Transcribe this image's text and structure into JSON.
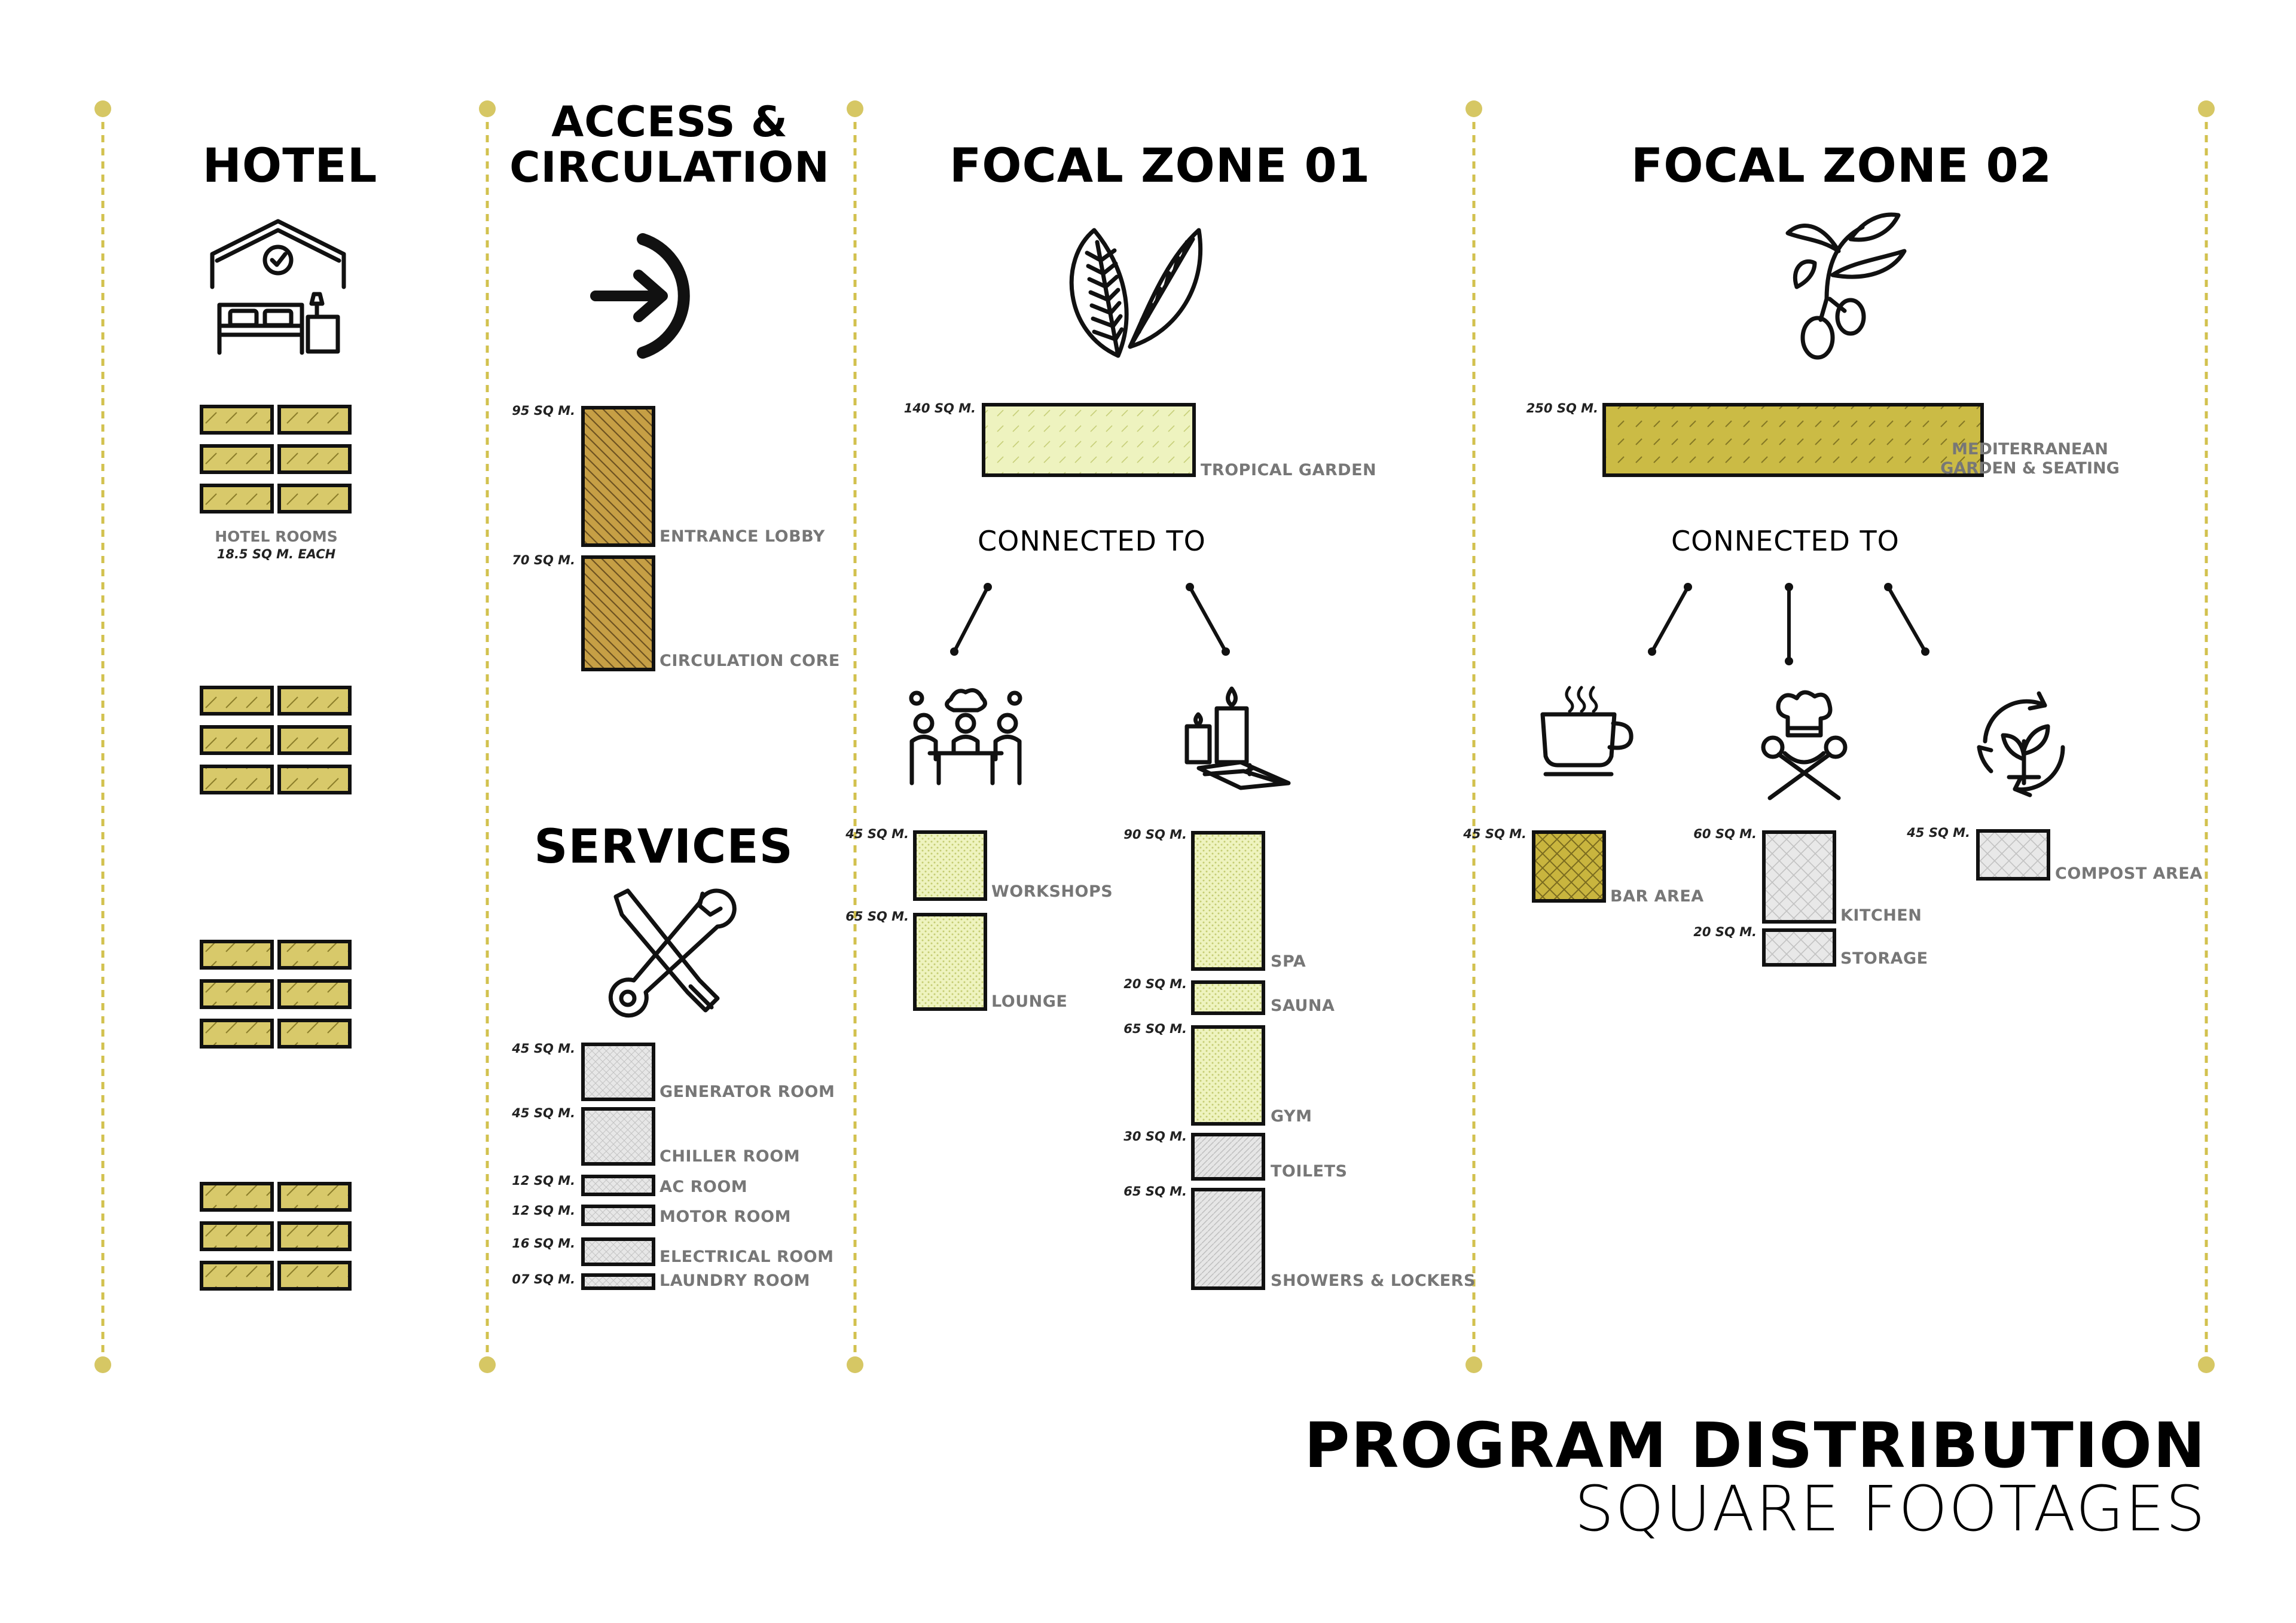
{
  "columns": {
    "hotel": "HOTEL",
    "access": "ACCESS & CIRCULATION",
    "services": "SERVICES",
    "focal1": "FOCAL ZONE 01",
    "focal2": "FOCAL ZONE 02"
  },
  "connected_to": "CONNECTED TO",
  "footer": {
    "line1": "PROGRAM DISTRIBUTION",
    "line2": "SQUARE FOOTAGES"
  },
  "hotel_rooms": {
    "label": "HOTEL ROOMS",
    "sublabel": "18.5 SQ M. EACH"
  },
  "colors": {
    "gold": "#d8c96a",
    "mustard": "#c9b83a",
    "brown": "#c29a3c",
    "pale": "#eef3bf",
    "grey": "#e6e6e6"
  },
  "access_spaces": [
    {
      "area": "95 SQ M.",
      "name": "ENTRANCE LOBBY"
    },
    {
      "area": "70 SQ M.",
      "name": "CIRCULATION CORE"
    }
  ],
  "service_spaces": [
    {
      "area": "45 SQ M.",
      "name": "GENERATOR ROOM"
    },
    {
      "area": "45 SQ M.",
      "name": "CHILLER ROOM"
    },
    {
      "area": "12 SQ M.",
      "name": "AC ROOM"
    },
    {
      "area": "12 SQ M.",
      "name": "MOTOR ROOM"
    },
    {
      "area": "16 SQ M.",
      "name": "ELECTRICAL ROOM"
    },
    {
      "area": "07 SQ M.",
      "name": "LAUNDRY ROOM"
    }
  ],
  "focal1": {
    "main": {
      "area": "140 SQ M.",
      "name": "TROPICAL GARDEN"
    },
    "left": [
      {
        "area": "45 SQ M.",
        "name": "WORKSHOPS"
      },
      {
        "area": "65 SQ M.",
        "name": "LOUNGE"
      }
    ],
    "right": [
      {
        "area": "90 SQ M.",
        "name": "SPA"
      },
      {
        "area": "20 SQ M.",
        "name": "SAUNA"
      },
      {
        "area": "65 SQ M.",
        "name": "GYM"
      },
      {
        "area": "30 SQ M.",
        "name": "TOILETS"
      },
      {
        "area": "65 SQ M.",
        "name": "SHOWERS & LOCKERS"
      }
    ]
  },
  "focal2": {
    "main": {
      "area": "250 SQ M.",
      "name_line1": "MEDITERRANEAN",
      "name_line2": "GARDEN & SEATING"
    },
    "bar": {
      "area": "45 SQ M.",
      "name": "BAR AREA"
    },
    "kitchen": [
      {
        "area": "60 SQ M.",
        "name": "KITCHEN"
      },
      {
        "area": "20 SQ M.",
        "name": "STORAGE"
      }
    ],
    "compost": {
      "area": "45 SQ M.",
      "name": "COMPOST AREA"
    }
  },
  "icons": [
    "bedroom-icon",
    "arrow-circle-icon",
    "tools-icon",
    "leaves-icon",
    "olive-branch-icon",
    "meeting-icon",
    "spa-candles-icon",
    "coffee-cup-icon",
    "chef-icon",
    "recycle-plant-icon"
  ]
}
